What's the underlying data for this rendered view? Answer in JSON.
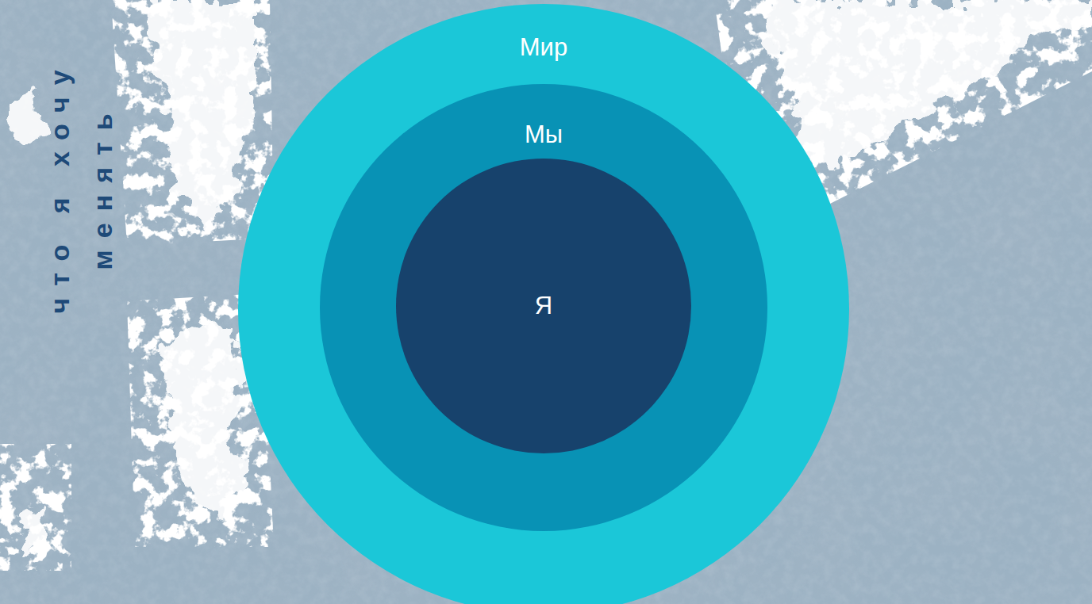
{
  "diagram": {
    "nodes": [
      {
        "text": [
          "Мир"
        ]
      },
      {
        "text": [
          "Мы"
        ],
        "in": 0
      },
      {
        "text": [
          "Я"
        ],
        "in": 1
      }
    ],
    "labels": [
      "что я хочу менять"
    ]
  }
}
